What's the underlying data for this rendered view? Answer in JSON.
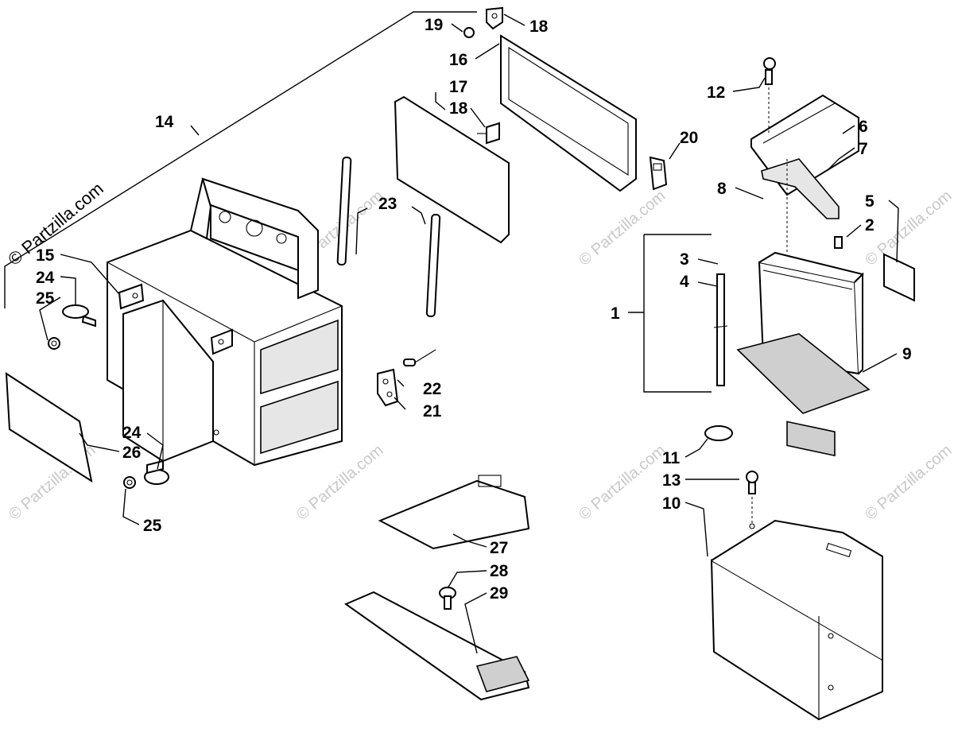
{
  "watermark": {
    "brand_text": "© Partzilla.com"
  },
  "callouts": {
    "c1": "1",
    "c2": "2",
    "c3": "3",
    "c4": "4",
    "c5": "5",
    "c6": "6",
    "c7": "7",
    "c8": "8",
    "c9": "9",
    "c10": "10",
    "c11": "11",
    "c12": "12",
    "c13": "13",
    "c14": "14",
    "c15": "15",
    "c16": "16",
    "c17": "17",
    "c18a": "18",
    "c18b": "18",
    "c19": "19",
    "c20": "20",
    "c21": "21",
    "c22": "22",
    "c23": "23",
    "c24a": "24",
    "c24b": "24",
    "c25a": "25",
    "c25b": "25",
    "c26": "26",
    "c27": "27",
    "c28": "28",
    "c29": "29"
  }
}
